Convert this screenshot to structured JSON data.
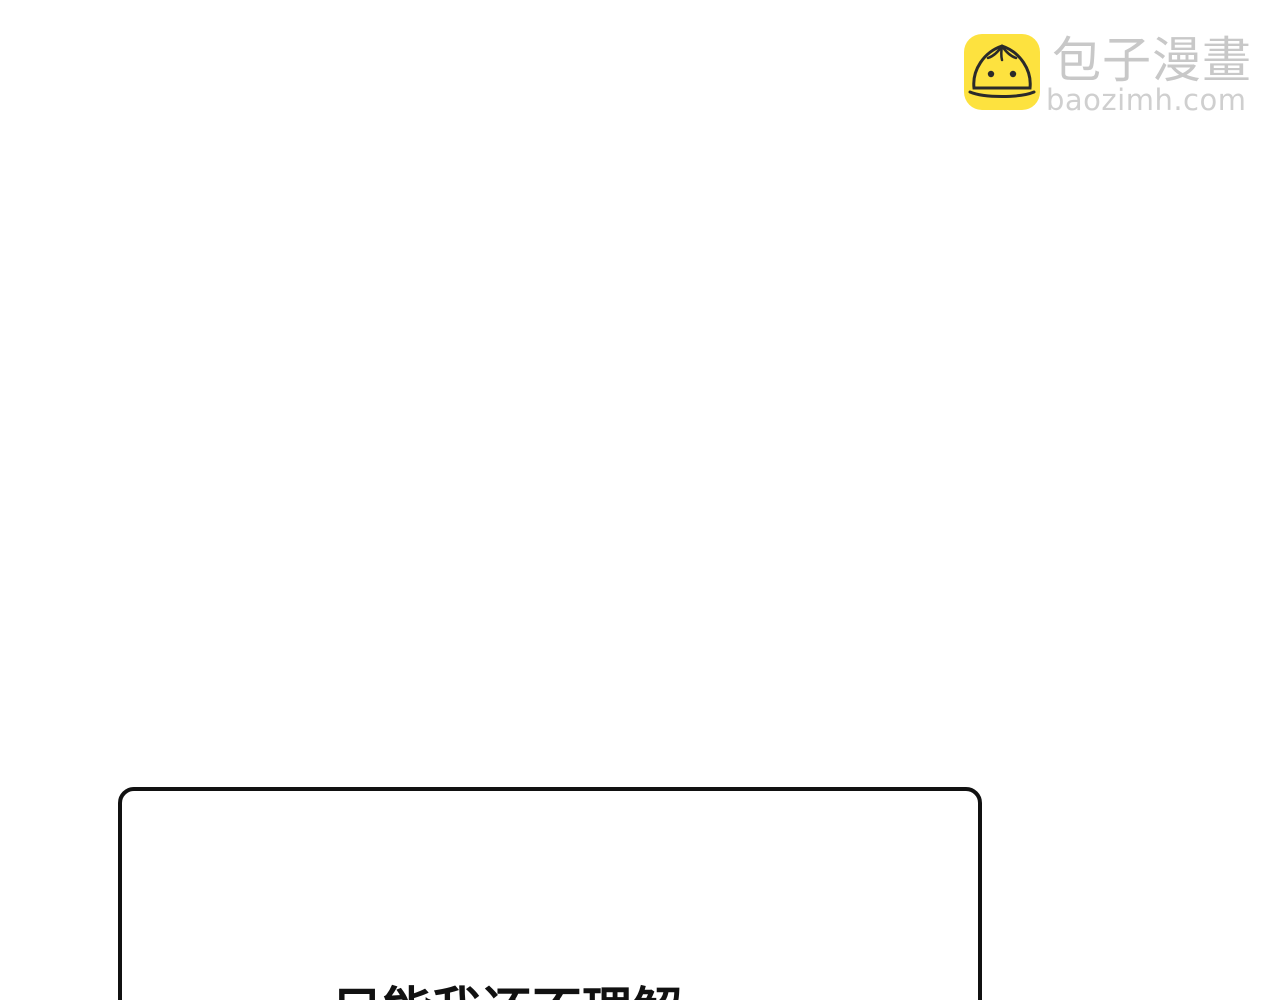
{
  "watermark": {
    "title": "包子漫畫",
    "url": "baozimh.com",
    "icon": "baozi-bun-icon",
    "colors": {
      "badge": "#fde23f",
      "text": "#c8c8c8"
    }
  },
  "panel": {
    "caption": "只能我还不理解"
  }
}
